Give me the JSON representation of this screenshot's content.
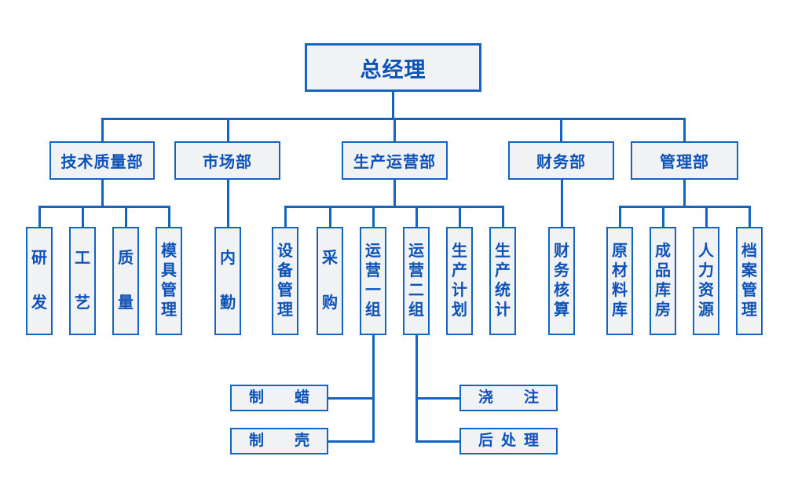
{
  "org": {
    "root": {
      "label": "总经理"
    },
    "departments": [
      {
        "label": "技术质量部"
      },
      {
        "label": "市场部"
      },
      {
        "label": "生产运营部"
      },
      {
        "label": "财务部"
      },
      {
        "label": "管理部"
      }
    ],
    "units": [
      {
        "label": "研发",
        "parent": "技术质量部"
      },
      {
        "label": "工艺",
        "parent": "技术质量部"
      },
      {
        "label": "质量",
        "parent": "技术质量部"
      },
      {
        "label": "模具管理",
        "parent": "技术质量部"
      },
      {
        "label": "内勤",
        "parent": "市场部"
      },
      {
        "label": "设备管理",
        "parent": "生产运营部"
      },
      {
        "label": "采购",
        "parent": "生产运营部"
      },
      {
        "label": "运营一组",
        "parent": "生产运营部"
      },
      {
        "label": "运营二组",
        "parent": "生产运营部"
      },
      {
        "label": "生产计划",
        "parent": "生产运营部"
      },
      {
        "label": "生产统计",
        "parent": "生产运营部"
      },
      {
        "label": "财务核算",
        "parent": "财务部"
      },
      {
        "label": "原材料库",
        "parent": "管理部"
      },
      {
        "label": "成品库房",
        "parent": "管理部"
      },
      {
        "label": "人力资源",
        "parent": "管理部"
      },
      {
        "label": "档案管理",
        "parent": "管理部"
      }
    ],
    "subunits": [
      {
        "label": "制蜡",
        "parent": "运营一组"
      },
      {
        "label": "制壳",
        "parent": "运营一组"
      },
      {
        "label": "浇注",
        "parent": "运营二组"
      },
      {
        "label": "后处理",
        "parent": "运营二组"
      }
    ]
  },
  "colors": {
    "line": "#1565c0",
    "border": "#1565c0",
    "text": "#0d52b8",
    "box_fill": "#f1f2f4",
    "background": "#ffffff"
  }
}
